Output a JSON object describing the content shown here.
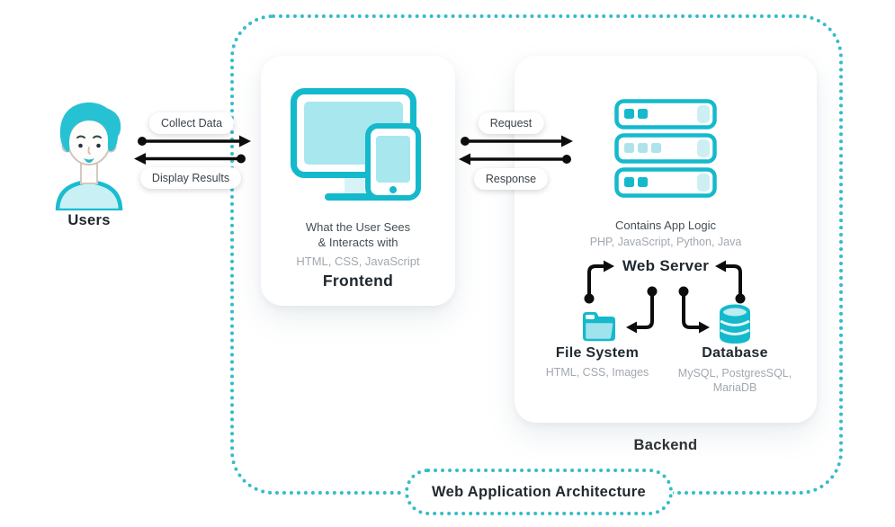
{
  "title": "Web Application Architecture",
  "users": {
    "label": "Users"
  },
  "arrows": {
    "collect_data": "Collect Data",
    "display_results": "Display Results",
    "request": "Request",
    "response": "Response"
  },
  "frontend": {
    "label": "Frontend",
    "description_line1": "What the User Sees",
    "description_line2": "& Interacts with",
    "technologies": "HTML, CSS, JavaScript"
  },
  "backend": {
    "label": "Backend",
    "description": "Contains App Logic",
    "technologies": "PHP, JavaScript, Python, Java",
    "web_server": {
      "label": "Web Server"
    },
    "file_system": {
      "label": "File System",
      "technologies": "HTML, CSS, Images"
    },
    "database": {
      "label": "Database",
      "technologies_line1": "MySQL, PostgresSQL,",
      "technologies_line2": "MariaDB"
    }
  },
  "icons": {
    "users": "person-avatar-icon",
    "frontend": "desktop-and-tablet-icon",
    "backend": "server-stack-icon",
    "file_system": "folder-icon",
    "database": "database-cylinder-icon"
  },
  "colors": {
    "icon_teal": "#14b9cc",
    "icon_teal_light": "#a9e7ef",
    "dashed_border": "#35bcca",
    "dark_text": "#1f272e",
    "gray_text": "#a2a8af",
    "arrow_black": "#0d0d0d"
  }
}
